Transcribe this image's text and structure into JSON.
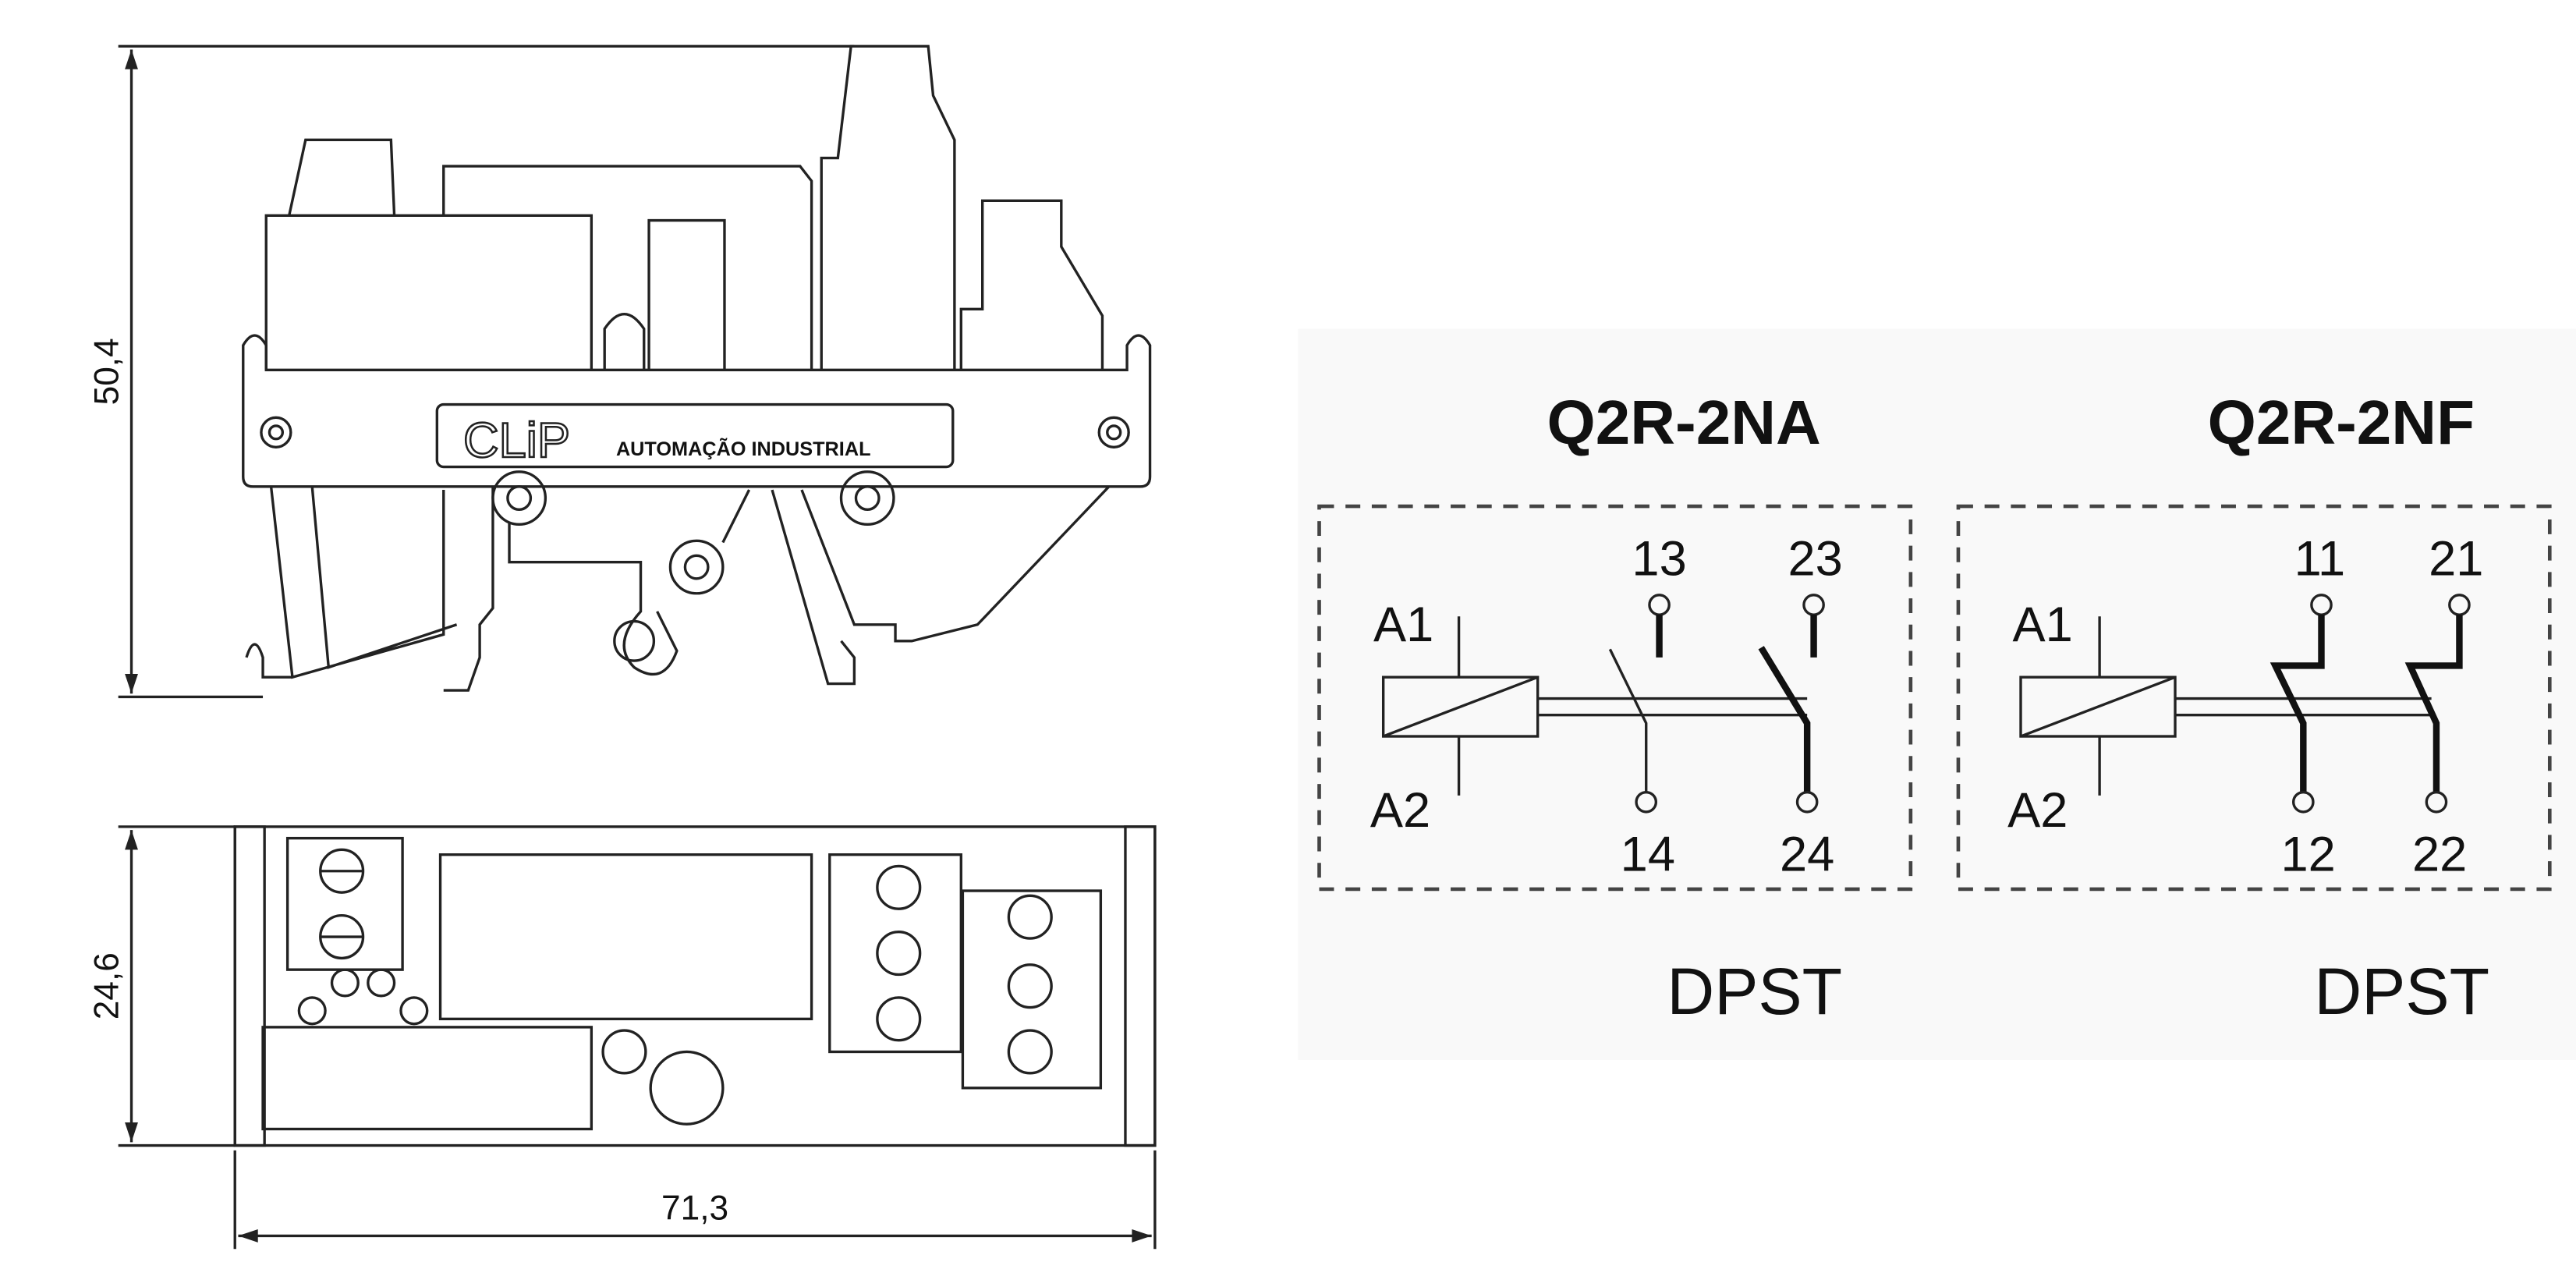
{
  "dimensions": {
    "height": "50,4",
    "depth": "24,6",
    "width": "71,3"
  },
  "logo": {
    "brand": "CLiP",
    "tagline": "AUTOMAÇÃO INDUSTRIAL"
  },
  "schematics": [
    {
      "title": "Q2R-2NA",
      "coil": [
        "A1",
        "A2"
      ],
      "top": [
        "13",
        "23"
      ],
      "bottom": [
        "14",
        "24"
      ],
      "type": "DPST"
    },
    {
      "title": "Q2R-2NF",
      "coil": [
        "A1",
        "A2"
      ],
      "top": [
        "11",
        "21"
      ],
      "bottom": [
        "12",
        "22"
      ],
      "type": "DPST"
    }
  ]
}
